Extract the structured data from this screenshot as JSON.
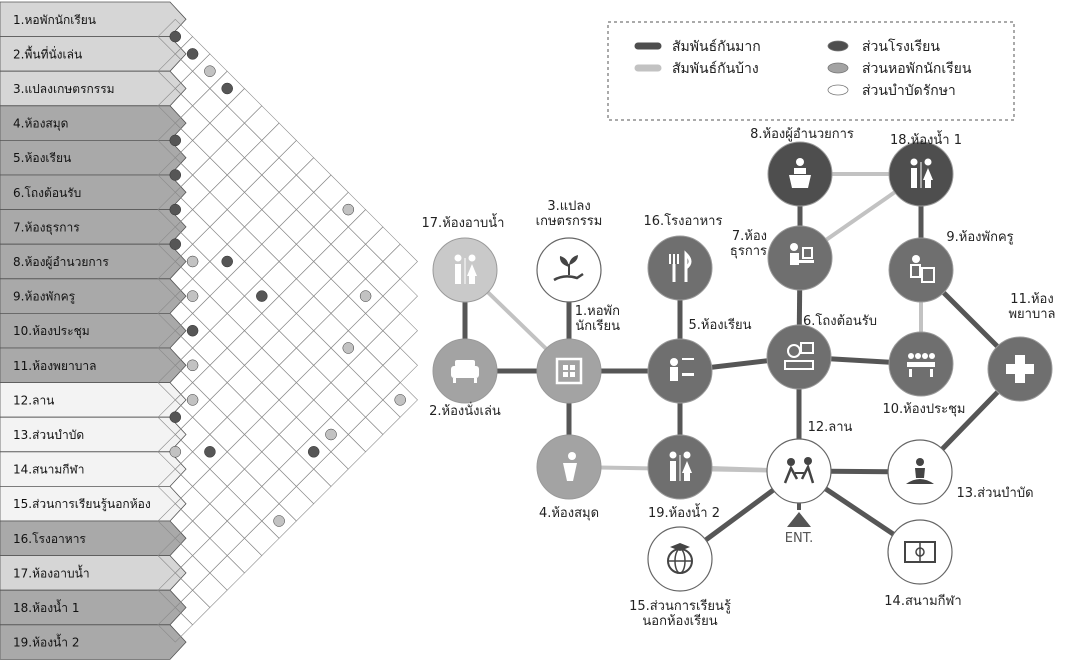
{
  "matrix": {
    "items": [
      {
        "label": "1.หอพักนักเรียน",
        "zone": "dorm"
      },
      {
        "label": "2.พื้นที่นั่งเล่น",
        "zone": "dorm"
      },
      {
        "label": "3.แปลงเกษตรกรรม",
        "zone": "dorm"
      },
      {
        "label": "4.ห้องสมุด",
        "zone": "school"
      },
      {
        "label": "5.ห้องเรียน",
        "zone": "school"
      },
      {
        "label": "6.โถงต้อนรับ",
        "zone": "school"
      },
      {
        "label": "7.ห้องธุรการ",
        "zone": "school"
      },
      {
        "label": "8.ห้องผู้อำนวยการ",
        "zone": "school"
      },
      {
        "label": "9.ห้องพักครู",
        "zone": "school"
      },
      {
        "label": "10.ห้องประชุม",
        "zone": "school"
      },
      {
        "label": "11.ห้องพยาบาล",
        "zone": "school"
      },
      {
        "label": "12.ลาน",
        "zone": "none"
      },
      {
        "label": "13.ส่วนบำบัด",
        "zone": "none"
      },
      {
        "label": "14.สนามกีฬา",
        "zone": "none"
      },
      {
        "label": "15.ส่วนการเรียนรู้นอกห้อง",
        "zone": "none"
      },
      {
        "label": "16.โรงอาหาร",
        "zone": "school"
      },
      {
        "label": "17.ห้องอาบน้ำ",
        "zone": "dorm"
      },
      {
        "label": "18.ห้องน้ำ 1",
        "zone": "school"
      },
      {
        "label": "19.ห้องน้ำ 2",
        "zone": "school"
      }
    ],
    "relations": [
      {
        "a": 1,
        "b": 2,
        "strength": "strong"
      },
      {
        "a": 1,
        "b": 3,
        "strength": "strong"
      },
      {
        "a": 1,
        "b": 4,
        "strength": "weak"
      },
      {
        "a": 1,
        "b": 5,
        "strength": "strong"
      },
      {
        "a": 1,
        "b": 12,
        "strength": "weak"
      },
      {
        "a": 1,
        "b": 16,
        "strength": "strong"
      },
      {
        "a": 1,
        "b": 17,
        "strength": "weak"
      },
      {
        "a": 2,
        "b": 17,
        "strength": "weak"
      },
      {
        "a": 4,
        "b": 5,
        "strength": "strong"
      },
      {
        "a": 5,
        "b": 6,
        "strength": "strong"
      },
      {
        "a": 5,
        "b": 16,
        "strength": "weak"
      },
      {
        "a": 5,
        "b": 19,
        "strength": "weak"
      },
      {
        "a": 6,
        "b": 7,
        "strength": "strong"
      },
      {
        "a": 6,
        "b": 10,
        "strength": "strong"
      },
      {
        "a": 6,
        "b": 12,
        "strength": "strong"
      },
      {
        "a": 7,
        "b": 8,
        "strength": "strong"
      },
      {
        "a": 7,
        "b": 9,
        "strength": "weak"
      },
      {
        "a": 8,
        "b": 18,
        "strength": "weak"
      },
      {
        "a": 9,
        "b": 11,
        "strength": "strong"
      },
      {
        "a": 9,
        "b": 18,
        "strength": "strong"
      },
      {
        "a": 10,
        "b": 12,
        "strength": "weak"
      },
      {
        "a": 11,
        "b": 13,
        "strength": "weak"
      },
      {
        "a": 12,
        "b": 13,
        "strength": "strong"
      },
      {
        "a": 12,
        "b": 15,
        "strength": "strong"
      },
      {
        "a": 12,
        "b": 19,
        "strength": "weak"
      },
      {
        "a": 13,
        "b": 14,
        "strength": "weak"
      },
      {
        "a": 3,
        "b": 15,
        "strength": "weak"
      },
      {
        "a": 8,
        "b": 10,
        "strength": "weak"
      }
    ]
  },
  "legend": {
    "items": [
      {
        "label": "สัมพันธ์กันมาก",
        "kind": "line",
        "color": "#4e4e4e"
      },
      {
        "label": "สัมพันธ์กันบ้าง",
        "kind": "line",
        "color": "#c2c2c2"
      },
      {
        "label": "ส่วนโรงเรียน",
        "kind": "zone",
        "color": "#4e4e4e"
      },
      {
        "label": "ส่วนหอพักนักเรียน",
        "kind": "zone",
        "color": "#a3a3a3"
      },
      {
        "label": "ส่วนบำบัดรักษา",
        "kind": "zone",
        "color": "#ffffff"
      }
    ]
  },
  "bubble": {
    "nodes": [
      {
        "id": 1,
        "label": [
          "1.หอพัก",
          "นักเรียน"
        ],
        "icon": "house-icon",
        "zone": "dorm"
      },
      {
        "id": 2,
        "label": [
          "2.ห้องนั่งเล่น"
        ],
        "icon": "sofa-icon",
        "zone": "dorm"
      },
      {
        "id": 3,
        "label": [
          "3.แปลง",
          "เกษตรกรรม"
        ],
        "icon": "plant-hand-icon",
        "zone": "white"
      },
      {
        "id": 4,
        "label": [
          "4.ห้องสมุด"
        ],
        "icon": "reader-icon",
        "zone": "dorm"
      },
      {
        "id": 5,
        "label": [
          "5.ห้องเรียน"
        ],
        "icon": "classroom-icon",
        "zone": "school"
      },
      {
        "id": 6,
        "label": [
          "6.โถงต้อนรับ"
        ],
        "icon": "reception-icon",
        "zone": "school"
      },
      {
        "id": 7,
        "label": [
          "7.ห้อง",
          "ธุรการ"
        ],
        "icon": "desk-worker-icon",
        "zone": "school"
      },
      {
        "id": 8,
        "label": [
          "8.ห้องผู้อำนวยการ"
        ],
        "icon": "speaker-podium-icon",
        "zone": "school_dark"
      },
      {
        "id": 9,
        "label": [
          "9.ห้องพักครู"
        ],
        "icon": "teacher-desk-icon",
        "zone": "school"
      },
      {
        "id": 10,
        "label": [
          "10.ห้องประชุม"
        ],
        "icon": "meeting-icon",
        "zone": "school"
      },
      {
        "id": 11,
        "label": [
          "11.ห้อง",
          "พยาบาล"
        ],
        "icon": "medical-cross-icon",
        "zone": "school"
      },
      {
        "id": 12,
        "label": [
          "12.ลาน"
        ],
        "icon": "playground-icon",
        "zone": "white"
      },
      {
        "id": 13,
        "label": [
          "13.ส่วนบำบัด"
        ],
        "icon": "meditation-icon",
        "zone": "white"
      },
      {
        "id": 14,
        "label": [
          "14.สนามกีฬา"
        ],
        "icon": "sports-field-icon",
        "zone": "white"
      },
      {
        "id": 15,
        "label": [
          "15.ส่วนการเรียนรู้",
          "นอกห้องเรียน"
        ],
        "icon": "globe-learning-icon",
        "zone": "white"
      },
      {
        "id": 16,
        "label": [
          "16.โรงอาหาร"
        ],
        "icon": "cutlery-icon",
        "zone": "school"
      },
      {
        "id": 17,
        "label": [
          "17.ห้องอาบน้ำ"
        ],
        "icon": "restroom-icon",
        "zone": "dorm_light"
      },
      {
        "id": 18,
        "label": [
          "18.ห้องน้ำ 1"
        ],
        "icon": "restroom-icon",
        "zone": "school_dark"
      },
      {
        "id": 19,
        "label": [
          "19.ห้องน้ำ 2"
        ],
        "icon": "restroom-icon",
        "zone": "school"
      }
    ],
    "links": [
      {
        "a": 1,
        "b": 2,
        "strength": "strong"
      },
      {
        "a": 1,
        "b": 3,
        "strength": "strong"
      },
      {
        "a": 1,
        "b": 4,
        "strength": "strong"
      },
      {
        "a": 1,
        "b": 5,
        "strength": "strong"
      },
      {
        "a": 1,
        "b": 17,
        "strength": "weak"
      },
      {
        "a": 2,
        "b": 17,
        "strength": "strong"
      },
      {
        "a": 5,
        "b": 16,
        "strength": "strong"
      },
      {
        "a": 5,
        "b": 6,
        "strength": "strong"
      },
      {
        "a": 5,
        "b": 19,
        "strength": "strong"
      },
      {
        "a": 4,
        "b": 12,
        "strength": "weak"
      },
      {
        "a": 6,
        "b": 7,
        "strength": "strong"
      },
      {
        "a": 6,
        "b": 10,
        "strength": "strong"
      },
      {
        "a": 6,
        "b": 12,
        "strength": "strong"
      },
      {
        "a": 7,
        "b": 8,
        "strength": "strong"
      },
      {
        "a": 8,
        "b": 18,
        "strength": "weak"
      },
      {
        "a": 7,
        "b": 18,
        "strength": "weak"
      },
      {
        "a": 18,
        "b": 9,
        "strength": "strong"
      },
      {
        "a": 9,
        "b": 11,
        "strength": "strong"
      },
      {
        "a": 9,
        "b": 10,
        "strength": "weak"
      },
      {
        "a": 11,
        "b": 13,
        "strength": "strong"
      },
      {
        "a": 12,
        "b": 13,
        "strength": "strong"
      },
      {
        "a": 12,
        "b": 15,
        "strength": "strong"
      },
      {
        "a": 12,
        "b": 14,
        "strength": "strong"
      },
      {
        "a": 19,
        "b": 12,
        "strength": "weak"
      }
    ],
    "entrance_label": "ENT."
  },
  "colors": {
    "school": "#6f6f6f",
    "school_dark": "#4e4e4e",
    "dorm": "#a3a3a3",
    "dorm_light": "#c9c9c9",
    "white": "#ffffff",
    "strong": "#565656",
    "weak": "#c2c2c2"
  }
}
